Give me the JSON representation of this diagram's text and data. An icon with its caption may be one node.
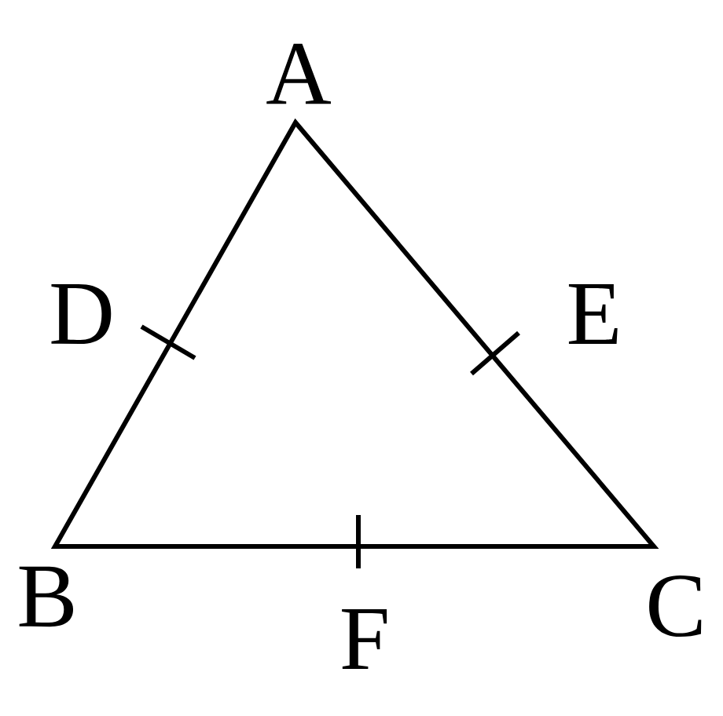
{
  "diagram": {
    "labels": [
      "A",
      "D",
      "E",
      "B",
      "F",
      "C"
    ]
  }
}
